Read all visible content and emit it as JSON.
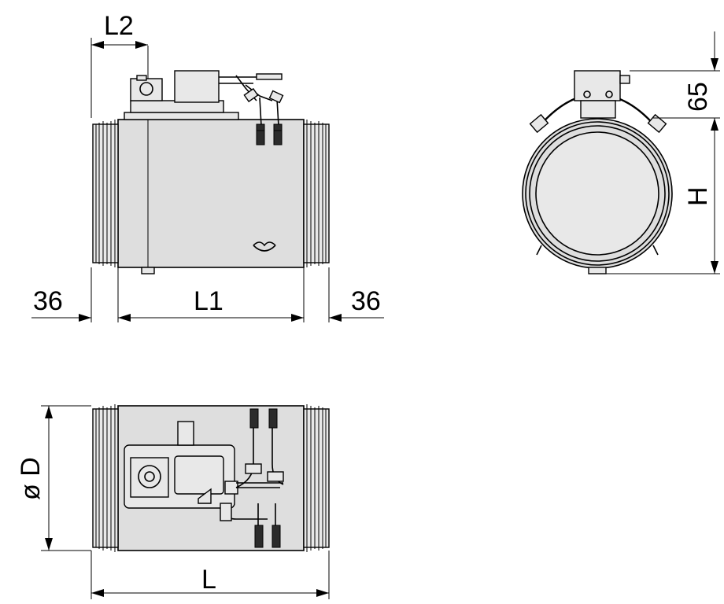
{
  "dimensions": {
    "front_view": {
      "L2": "L2",
      "left_collar": "36",
      "L1": "L1",
      "right_collar": "36"
    },
    "side_view": {
      "actuator_height": "65",
      "H": "H"
    },
    "top_view": {
      "diameter": "ø D",
      "L": "L"
    }
  },
  "colors": {
    "line": "#000000",
    "body_fill": "#dedede",
    "background": "#ffffff"
  }
}
